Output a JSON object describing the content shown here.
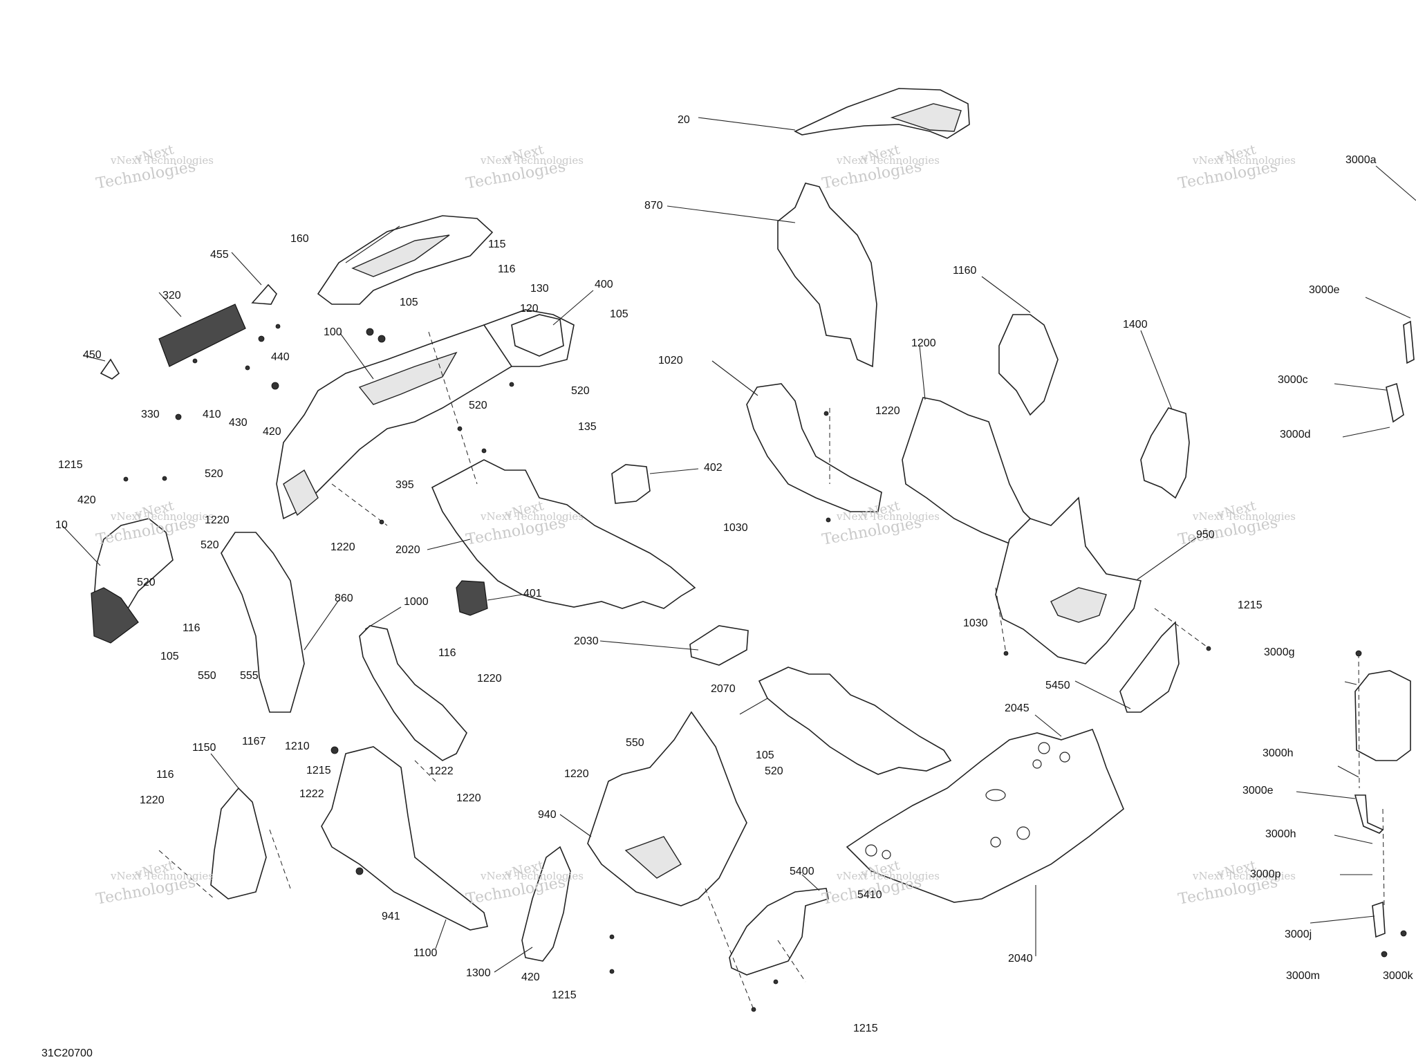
{
  "document_id": "31C20700",
  "watermark": {
    "line1": "vNext",
    "line2": "vNext Technologies",
    "line3": "Technologies"
  },
  "callouts": [
    "20",
    "870",
    "160",
    "115",
    "116",
    "130",
    "455",
    "320",
    "105",
    "400",
    "120",
    "105",
    "100",
    "450",
    "440",
    "520",
    "410",
    "430",
    "420",
    "330",
    "520",
    "135",
    "1020",
    "1220",
    "1160",
    "1200",
    "1400",
    "3000a",
    "3000e",
    "3000c",
    "3000d",
    "1215",
    "420",
    "520",
    "395",
    "402",
    "1220",
    "1220",
    "10",
    "520",
    "520",
    "1030",
    "2020",
    "860",
    "116",
    "105",
    "550",
    "555",
    "1000",
    "401",
    "116",
    "1220",
    "2030",
    "950",
    "1215",
    "1030",
    "5450",
    "3000g",
    "1150",
    "1167",
    "116",
    "1220",
    "1210",
    "1215",
    "1222",
    "1222",
    "1220",
    "550",
    "1220",
    "105",
    "520",
    "2070",
    "2045",
    "3000h",
    "3000e",
    "940",
    "941",
    "1100",
    "1300",
    "420",
    "1215",
    "5400",
    "5410",
    "2040",
    "1215",
    "3000h",
    "3000p",
    "3000j",
    "3000m",
    "3000k"
  ]
}
